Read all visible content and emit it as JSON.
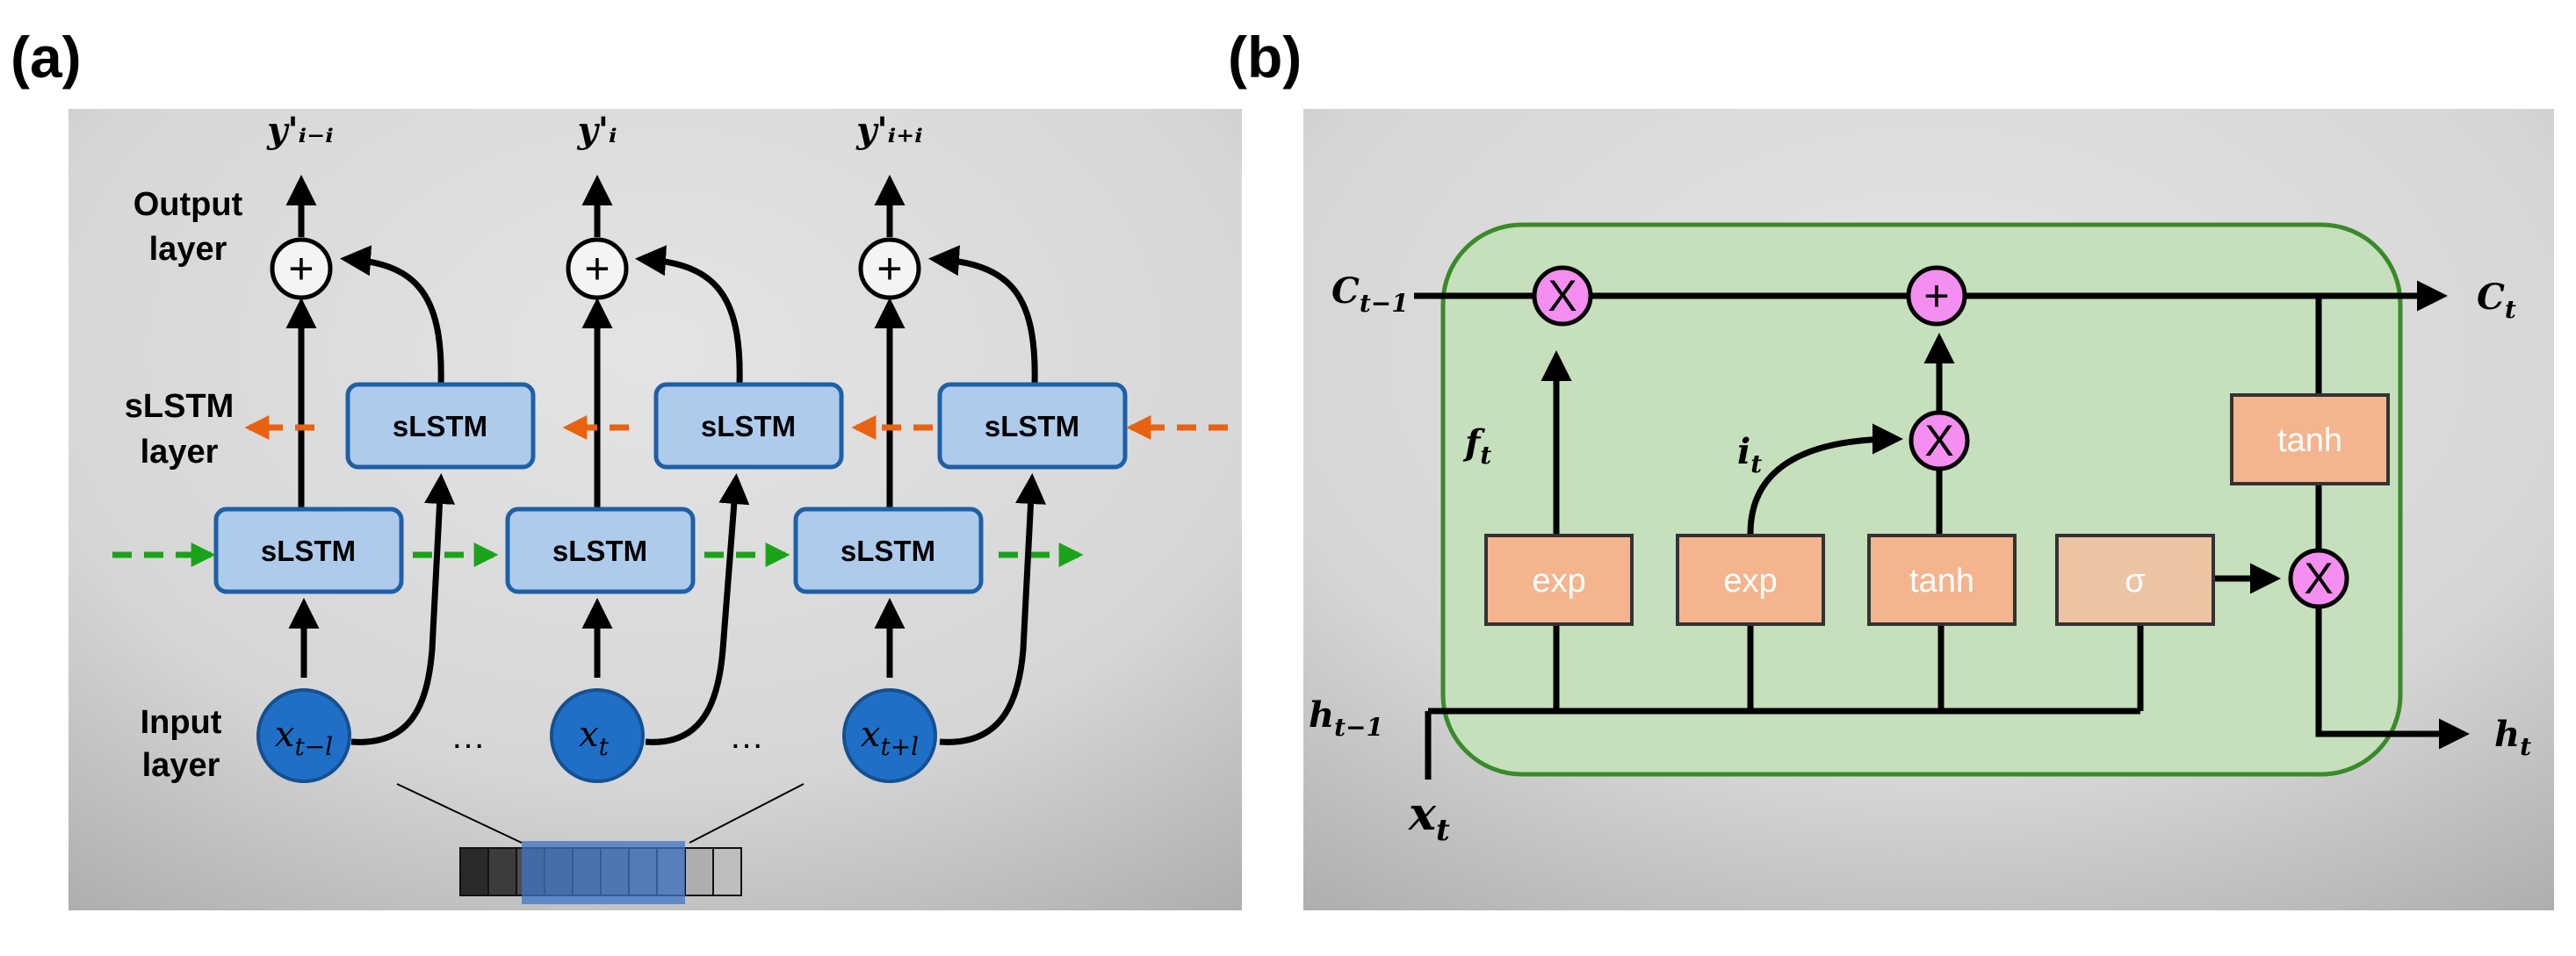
{
  "panel_a": {
    "label": "(a)",
    "outputs": [
      "y'ᵢ₋ᵢ",
      "y'ᵢ",
      "y'ᵢ₊ᵢ"
    ],
    "layer_labels": {
      "output_1": "Output",
      "output_2": "layer",
      "slstm_1": "sLSTM",
      "slstm_2": "layer",
      "input_1": "Input",
      "input_2": "layer"
    },
    "block_label": "sLSTM",
    "inputs": [
      {
        "base": "x",
        "sub": "t−l"
      },
      {
        "base": "x",
        "sub": "t"
      },
      {
        "base": "x",
        "sub": "t+l"
      }
    ],
    "ellipsis": "…",
    "sum_symbol": "+"
  },
  "panel_b": {
    "label": "(b)",
    "c_prev": {
      "base": "C",
      "sub": "t−1"
    },
    "c_next": {
      "base": "C",
      "sub": "t"
    },
    "h_prev": {
      "base": "h",
      "sub": "t−1"
    },
    "h_next": {
      "base": "h",
      "sub": "t"
    },
    "x_in": {
      "base": "x",
      "sub": "t"
    },
    "f_label": {
      "base": "f",
      "sub": "t"
    },
    "i_label": {
      "base": "i",
      "sub": "t"
    },
    "gates": [
      "exp",
      "exp",
      "tanh",
      "σ"
    ],
    "tanh_out": "tanh",
    "mul_symbol": "X",
    "add_symbol": "+"
  },
  "colors": {
    "block_fill": "#aecbeb",
    "block_stroke": "#1f5fa6",
    "input_circle": "#1f6fc7",
    "forward_arrow": "#1aa31a",
    "backward_arrow": "#e8620f",
    "cell_fill": "#c6dfbd",
    "cell_stroke": "#3a8a2a",
    "gate_fill": "#f4b48e",
    "gate_stroke": "#333333",
    "op_fill": "#f48ef0"
  }
}
